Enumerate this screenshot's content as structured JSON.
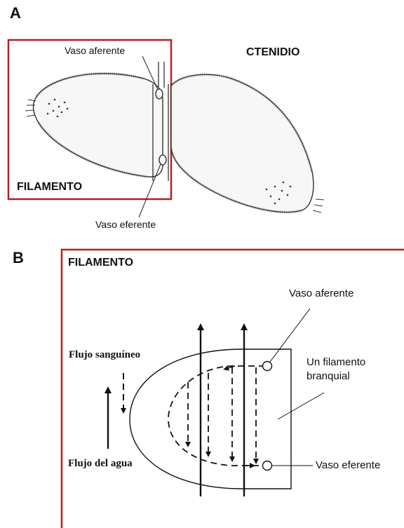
{
  "panel_a": {
    "letter": "A",
    "title": "CTENIDIO",
    "box_label": "FILAMENTO",
    "vaso_aferente": "Vaso aferente",
    "vaso_eferente": "Vaso eferente"
  },
  "panel_b": {
    "letter": "B",
    "title": "FILAMENTO",
    "vaso_aferente": "Vaso aferente",
    "vaso_eferente": "Vaso eferente",
    "filamento_label_line1": "Un filamento",
    "filamento_label_line2": "branquial",
    "flujo_sanguineo": "Flujo sanguíneo",
    "flujo_agua": "Flujo del agua"
  },
  "colors": {
    "box_border": "#b22222",
    "ink": "#111111"
  }
}
